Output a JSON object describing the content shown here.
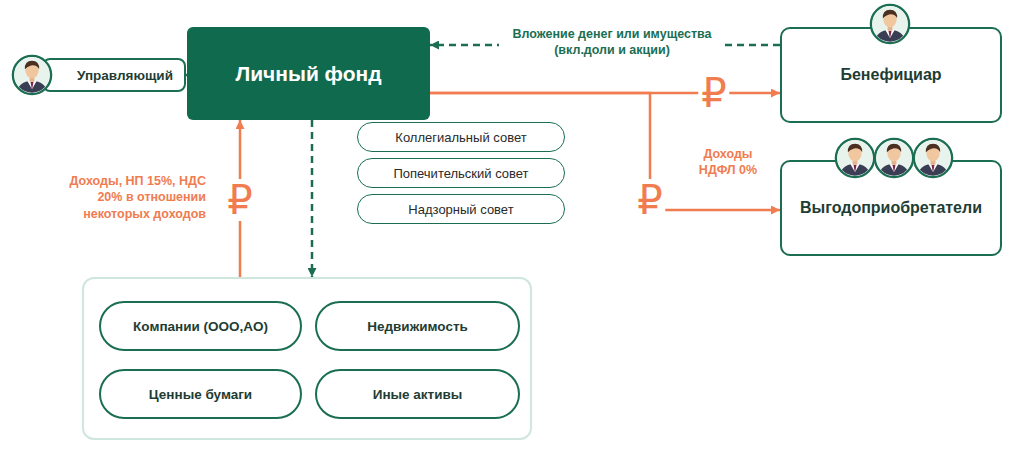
{
  "diagram": {
    "nodes": [
      {
        "text": [
          "Управляющий"
        ]
      },
      {
        "text": [
          "Личный фонд"
        ]
      },
      {
        "text": [
          "Бенефициар"
        ]
      },
      {
        "text": [
          "Коллегиальный совет"
        ]
      },
      {
        "text": [
          "Попечительский совет"
        ]
      },
      {
        "text": [
          "Надзорный совет"
        ]
      },
      {
        "text": [
          "Выгодоприобретатели"
        ]
      },
      {
        "text": []
      },
      {
        "text": [
          "Компании (ООО,АО)"
        ],
        "in": 7
      },
      {
        "text": [
          "Недвижимость"
        ],
        "in": 7
      },
      {
        "text": [
          "Ценные бумаги"
        ],
        "in": 7
      },
      {
        "text": [
          "Иные активы"
        ],
        "in": 7
      }
    ],
    "edges": [
      {
        "from": 0,
        "to": 1,
        "arrow": "none"
      },
      {
        "from": 2,
        "to": 1,
        "arrow": "to",
        "label": "Вложение денег или имущества (вкл.доли и акции)"
      },
      {
        "from": 1,
        "to": 2,
        "arrow": "to",
        "label": "₽"
      },
      {
        "from": 1,
        "to": 6,
        "arrow": "to",
        "label": "₽"
      },
      {
        "from": 7,
        "to": 1,
        "arrow": "to",
        "label": "₽"
      },
      {
        "from": 1,
        "to": 7,
        "arrow": "to"
      }
    ],
    "labels": [
      "Доходы, НП 15%, НДС 20% в отношении некоторых доходов",
      "Доходы НДФЛ 0%"
    ]
  }
}
